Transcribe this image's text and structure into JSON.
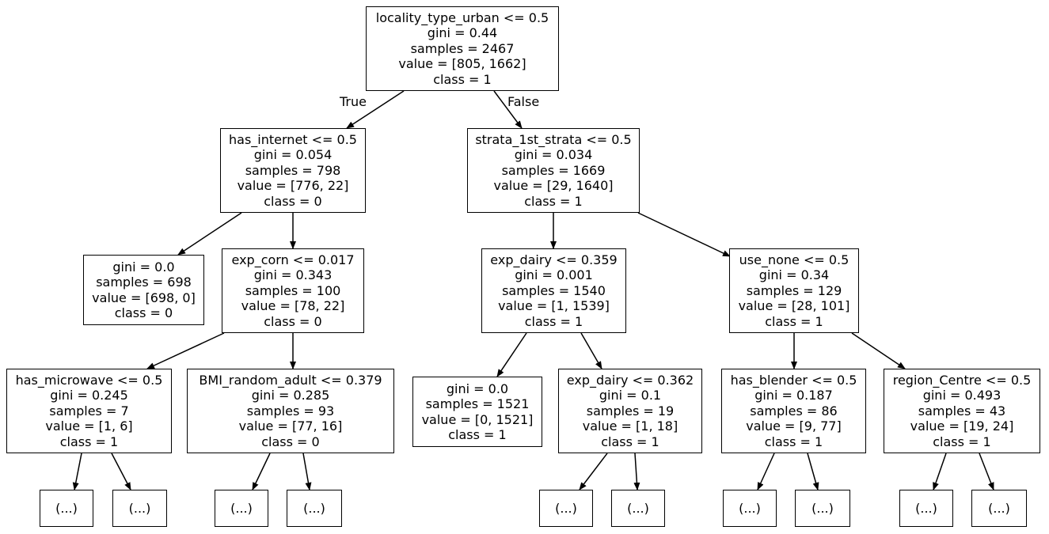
{
  "tree": {
    "nodes": [
      {
        "id": "n0",
        "lines": [
          "locality_type_urban <= 0.5",
          "gini = 0.44",
          "samples = 2467",
          "value = [805, 1662]",
          "class = 1"
        ]
      },
      {
        "id": "n1",
        "lines": [
          "has_internet <= 0.5",
          "gini = 0.054",
          "samples = 798",
          "value = [776, 22]",
          "class = 0"
        ]
      },
      {
        "id": "n2",
        "lines": [
          "strata_1st_strata <= 0.5",
          "gini = 0.034",
          "samples = 1669",
          "value = [29, 1640]",
          "class = 1"
        ]
      },
      {
        "id": "n3",
        "lines": [
          "gini = 0.0",
          "samples = 698",
          "value = [698, 0]",
          "class = 0"
        ]
      },
      {
        "id": "n4",
        "lines": [
          "exp_corn <= 0.017",
          "gini = 0.343",
          "samples = 100",
          "value = [78, 22]",
          "class = 0"
        ]
      },
      {
        "id": "n5",
        "lines": [
          "exp_dairy <= 0.359",
          "gini = 0.001",
          "samples = 1540",
          "value = [1, 1539]",
          "class = 1"
        ]
      },
      {
        "id": "n6",
        "lines": [
          "use_none <= 0.5",
          "gini = 0.34",
          "samples = 129",
          "value = [28, 101]",
          "class = 1"
        ]
      },
      {
        "id": "n7",
        "lines": [
          "has_microwave <= 0.5",
          "gini = 0.245",
          "samples = 7",
          "value = [1, 6]",
          "class = 1"
        ]
      },
      {
        "id": "n8",
        "lines": [
          "BMI_random_adult <= 0.379",
          "gini = 0.285",
          "samples = 93",
          "value = [77, 16]",
          "class = 0"
        ]
      },
      {
        "id": "n9",
        "lines": [
          "gini = 0.0",
          "samples = 1521",
          "value = [0, 1521]",
          "class = 1"
        ]
      },
      {
        "id": "n10",
        "lines": [
          "exp_dairy <= 0.362",
          "gini = 0.1",
          "samples = 19",
          "value = [1, 18]",
          "class = 1"
        ]
      },
      {
        "id": "n11",
        "lines": [
          "has_blender <= 0.5",
          "gini = 0.187",
          "samples = 86",
          "value = [9, 77]",
          "class = 1"
        ]
      },
      {
        "id": "n12",
        "lines": [
          "region_Centre <= 0.5",
          "gini = 0.493",
          "samples = 43",
          "value = [19, 24]",
          "class = 1"
        ]
      },
      {
        "id": "t1",
        "lines": [
          "(...)"
        ]
      },
      {
        "id": "t2",
        "lines": [
          "(...)"
        ]
      },
      {
        "id": "t3",
        "lines": [
          "(...)"
        ]
      },
      {
        "id": "t4",
        "lines": [
          "(...)"
        ]
      },
      {
        "id": "t5",
        "lines": [
          "(...)"
        ]
      },
      {
        "id": "t6",
        "lines": [
          "(...)"
        ]
      },
      {
        "id": "t7",
        "lines": [
          "(...)"
        ]
      },
      {
        "id": "t8",
        "lines": [
          "(...)"
        ]
      },
      {
        "id": "t9",
        "lines": [
          "(...)"
        ]
      },
      {
        "id": "t10",
        "lines": [
          "(...)"
        ]
      }
    ],
    "edges": [
      {
        "from": "n0",
        "to": "n1",
        "label": "True"
      },
      {
        "from": "n0",
        "to": "n2",
        "label": "False"
      },
      {
        "from": "n1",
        "to": "n3"
      },
      {
        "from": "n1",
        "to": "n4"
      },
      {
        "from": "n2",
        "to": "n5"
      },
      {
        "from": "n2",
        "to": "n6"
      },
      {
        "from": "n4",
        "to": "n7"
      },
      {
        "from": "n4",
        "to": "n8"
      },
      {
        "from": "n5",
        "to": "n9"
      },
      {
        "from": "n5",
        "to": "n10"
      },
      {
        "from": "n6",
        "to": "n11"
      },
      {
        "from": "n6",
        "to": "n12"
      },
      {
        "from": "n7",
        "to": "t1"
      },
      {
        "from": "n7",
        "to": "t2"
      },
      {
        "from": "n8",
        "to": "t3"
      },
      {
        "from": "n8",
        "to": "t4"
      },
      {
        "from": "n10",
        "to": "t5"
      },
      {
        "from": "n10",
        "to": "t6"
      },
      {
        "from": "n11",
        "to": "t7"
      },
      {
        "from": "n11",
        "to": "t8"
      },
      {
        "from": "n12",
        "to": "t9"
      },
      {
        "from": "n12",
        "to": "t10"
      }
    ]
  }
}
